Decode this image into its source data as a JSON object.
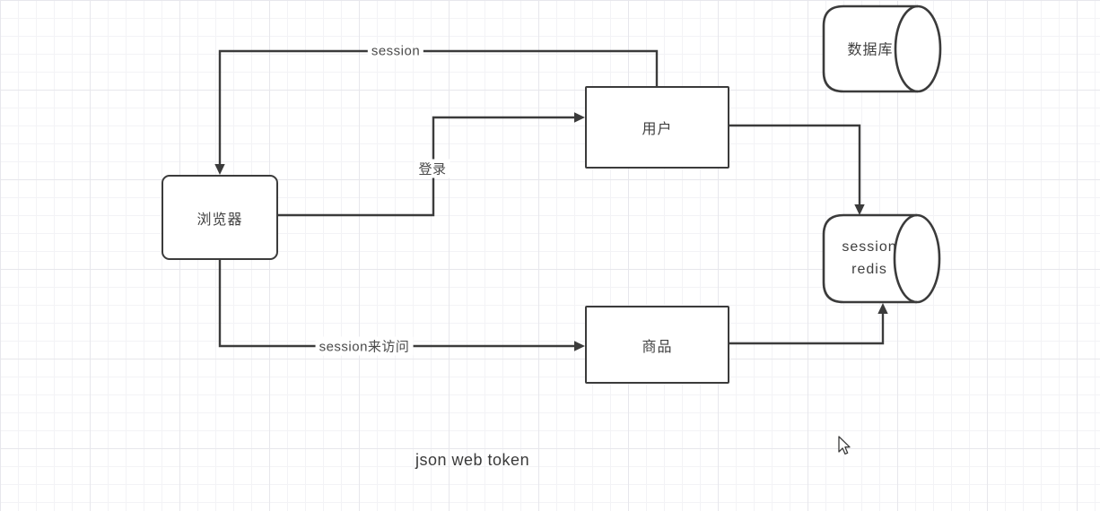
{
  "diagram": {
    "nodes": {
      "browser": {
        "label": "浏览器"
      },
      "user": {
        "label": "用户"
      },
      "product": {
        "label": "商品"
      },
      "database": {
        "label": "数据库"
      },
      "session_redis": {
        "line1": "session",
        "line2": "redis"
      }
    },
    "edges": {
      "session": {
        "label": "session"
      },
      "login": {
        "label": "登录"
      },
      "session_access": {
        "label": "session来访问"
      }
    },
    "caption": "json web token"
  },
  "colors": {
    "stroke": "#3b3b3b",
    "text": "#3f3f3f",
    "background": "#ffffff",
    "grid_minor": "#f3f3f6",
    "grid_major": "#e7e7ec"
  }
}
